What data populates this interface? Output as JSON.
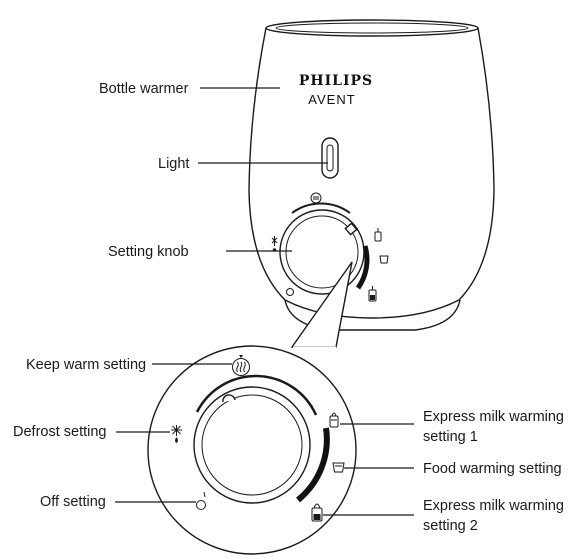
{
  "brand": {
    "line1": "PHILIPS",
    "line2": "AVENT"
  },
  "labels": {
    "bottle_warmer": "Bottle warmer",
    "light": "Light",
    "setting_knob": "Setting knob",
    "keep_warm_setting": "Keep warm setting",
    "defrost_setting": "Defrost setting",
    "off_setting": "Off setting",
    "express_milk_1_line1": "Express milk warming",
    "express_milk_1_line2": "setting 1",
    "food_warming_setting": "Food warming setting",
    "express_milk_2_line1": "Express milk warming",
    "express_milk_2_line2": "setting 2"
  },
  "icons": {
    "keep_warm": "steam-waves-icon",
    "defrost": "snowflake-drop-icon",
    "off": "circle-icon",
    "express_milk_1": "small-bottle-icon",
    "food_warming": "food-jar-icon",
    "express_milk_2": "large-bottle-icon"
  },
  "colors": {
    "line": "#1a1a1a",
    "background": "#ffffff",
    "arc": "#111111"
  }
}
